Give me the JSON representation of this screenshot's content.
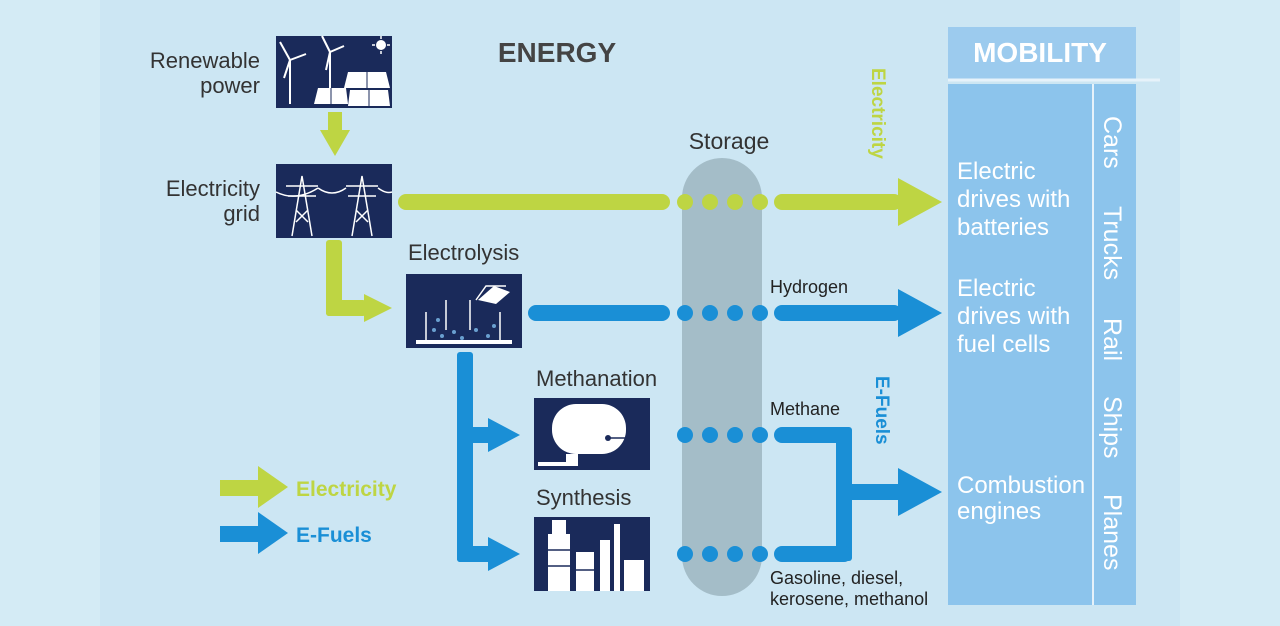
{
  "colors": {
    "background": "#cce6f3",
    "electricity": "#bed543",
    "efuels": "#1a8fd6",
    "storage": "#a4bdc8",
    "mobility_panel": "#8cc4ec",
    "mobility_header": "#9ccbee",
    "icon_bg": "#1a2a5a",
    "heading_text": "#444444"
  },
  "energy_title": "ENERGY",
  "mobility_title": "MOBILITY",
  "sources": [
    {
      "label_lines": [
        "Renewable",
        "power"
      ],
      "icon": "wind-solar-icon"
    },
    {
      "label_lines": [
        "Electricity",
        "grid"
      ],
      "icon": "power-pylon-icon"
    }
  ],
  "processes": [
    {
      "label": "Electrolysis",
      "icon": "electrolysis-tank-icon"
    },
    {
      "label": "Methanation",
      "icon": "methanation-tank-icon"
    },
    {
      "label": "Synthesis",
      "icon": "refinery-icon"
    }
  ],
  "storage_label": "Storage",
  "carriers": [
    {
      "label_lines": [
        "Hydrogen"
      ]
    },
    {
      "label_lines": [
        "Methane"
      ]
    },
    {
      "label_lines": [
        "Gasoline, diesel,",
        "kerosene, methanol"
      ]
    }
  ],
  "vertical_labels": {
    "electricity": "Electricity",
    "efuels": "E-Fuels"
  },
  "drives": [
    {
      "lines": [
        "Electric",
        "drives with",
        "batteries"
      ]
    },
    {
      "lines": [
        "Electric",
        "drives with",
        "fuel cells"
      ]
    },
    {
      "lines": [
        "Combustion",
        "engines"
      ]
    }
  ],
  "vehicles": [
    "Cars",
    "Trucks",
    "Rail",
    "Ships",
    "Planes"
  ],
  "legend": [
    {
      "label": "Electricity",
      "color": "#bed543"
    },
    {
      "label": "E-Fuels",
      "color": "#1a8fd6"
    }
  ]
}
